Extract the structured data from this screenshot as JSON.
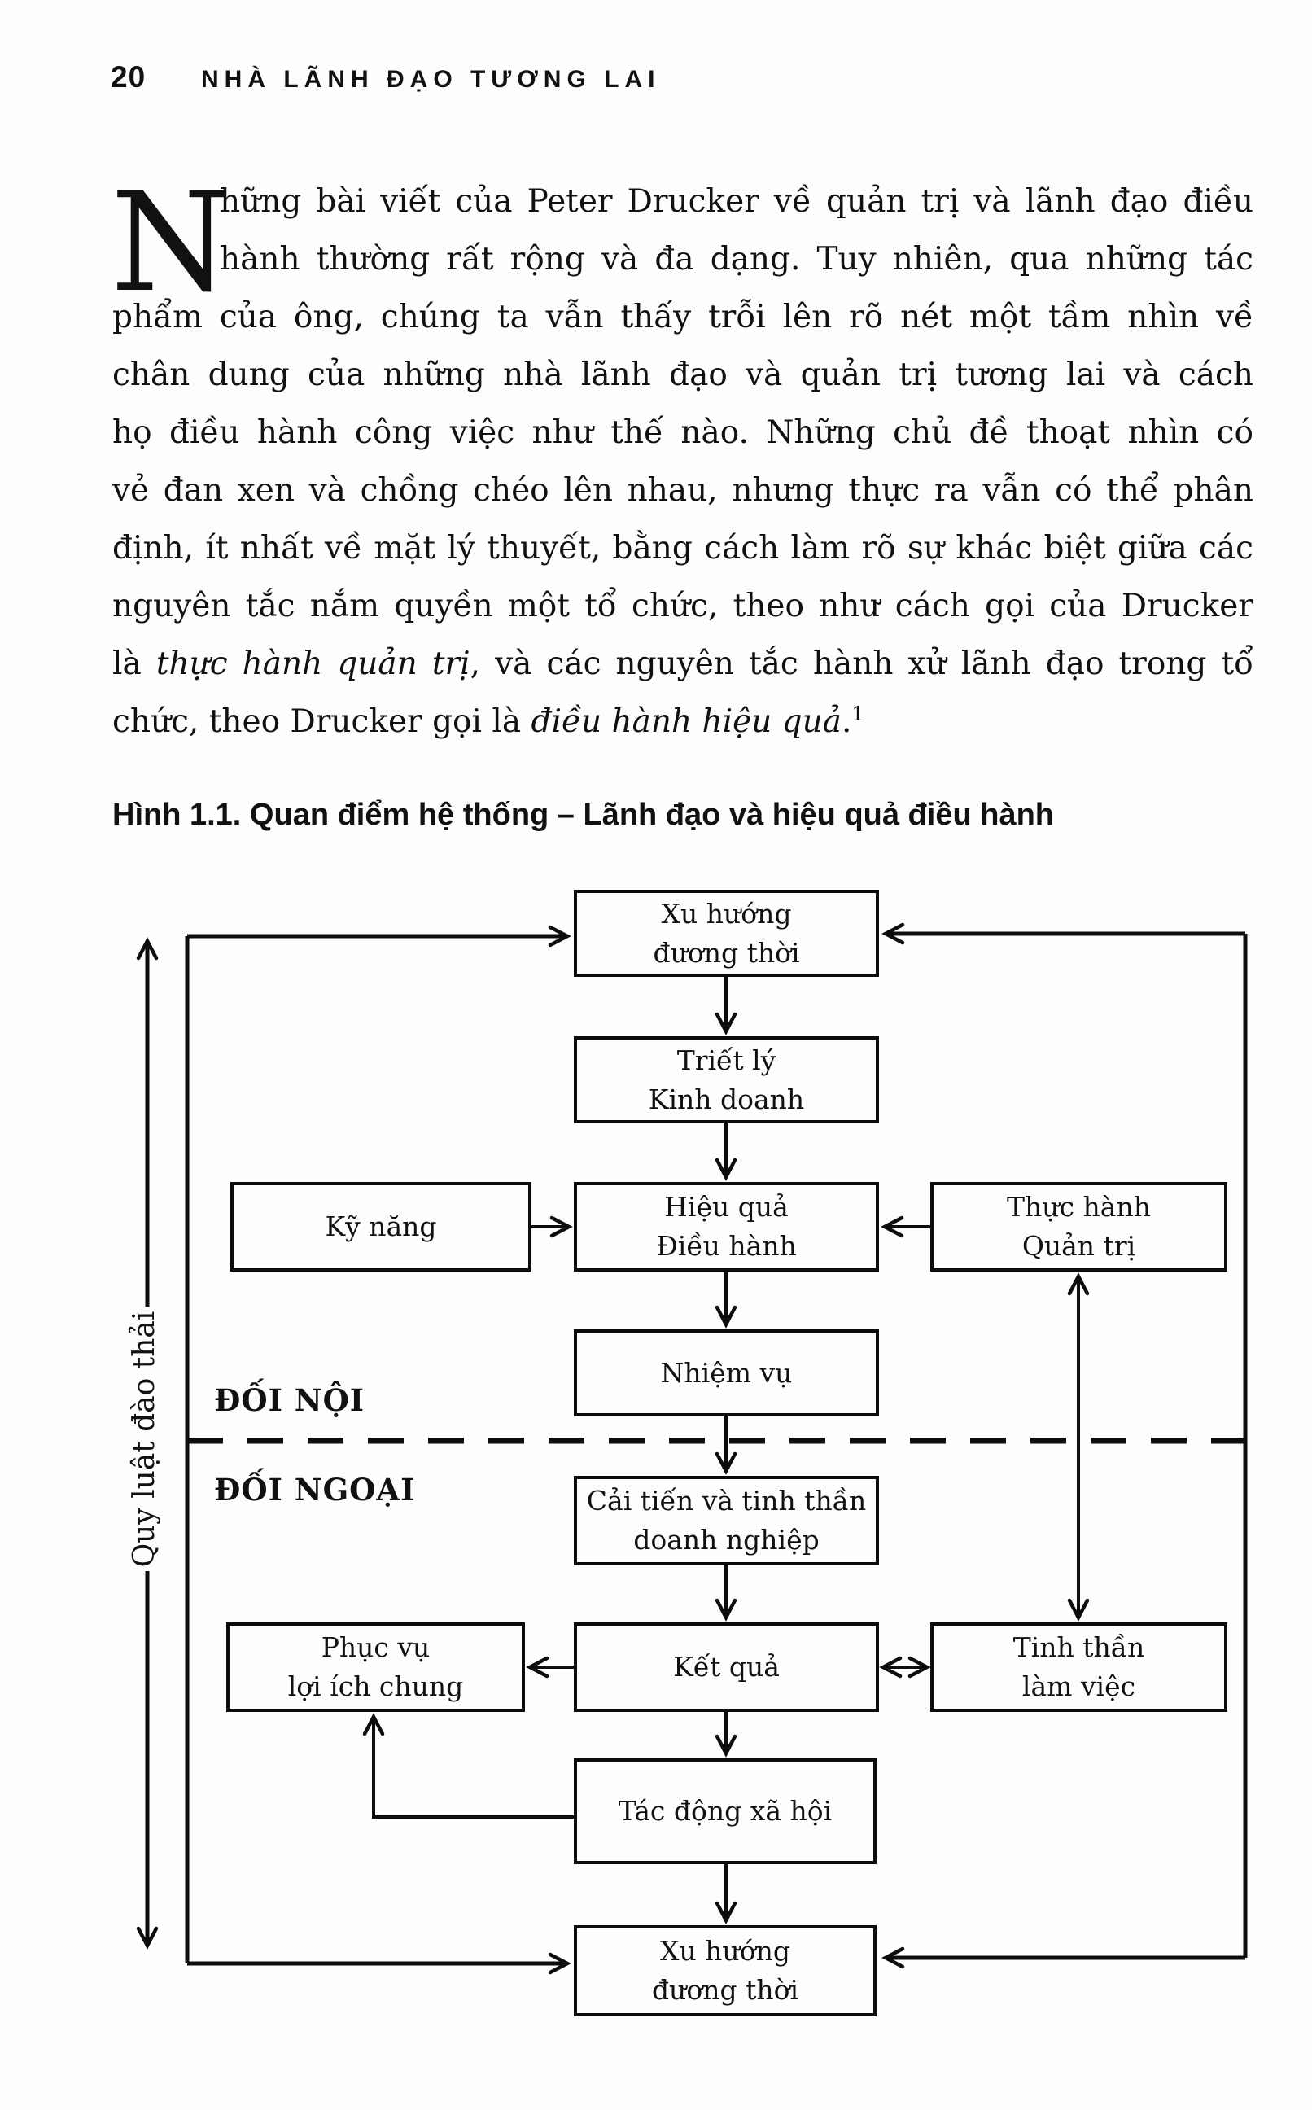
{
  "header": {
    "page_number": "20",
    "running_title": "NHÀ LÃNH ĐẠO TƯƠNG LAI"
  },
  "paragraph": {
    "dropcap": "N",
    "line1": "hững bài viết của Peter Drucker về quản trị và lãnh đạo điều",
    "line2": "hành thường rất rộng và đa dạng. Tuy nhiên, qua những tác",
    "line3": "phẩm của ông, chúng ta vẫn thấy trỗi lên rõ nét một tầm nhìn về",
    "line4": "chân dung của những nhà lãnh đạo và quản trị tương lai và cách",
    "line5": "họ điều hành công việc như thế nào. Những chủ đề thoạt nhìn có",
    "line6": "vẻ đan xen và chồng chéo lên nhau, nhưng thực ra vẫn có thể phân",
    "line7": "định, ít nhất về mặt lý thuyết, bằng cách làm rõ sự khác biệt giữa các",
    "line8": "nguyên tắc nắm quyền một tổ chức, theo như cách gọi của Drucker",
    "line9_pre": "là ",
    "line9_italic": "thực hành quản trị",
    "line9_post": ", và các nguyên tắc hành xử lãnh đạo trong tổ",
    "line10_pre": "chức, theo Drucker gọi là ",
    "line10_italic": "điều hành hiệu quả",
    "line10_post": ".",
    "footnote_ref": "1"
  },
  "figure": {
    "caption": "Hình 1.1. Quan điểm hệ thống – Lãnh đạo và hiệu quả điều hành",
    "nodes": {
      "trends_top": "Xu hướng\nđương thời",
      "philosophy": "Triết lý\nKinh doanh",
      "skills": "Kỹ năng",
      "effectiveness": "Hiệu quả\nĐiều hành",
      "practice": "Thực hành\nQuản trị",
      "mission": "Nhiệm vụ",
      "innovation": "Cải tiến và tinh thần\ndoanh nghiệp",
      "public_interest": "Phục vụ\nlợi ích chung",
      "results": "Kết quả",
      "work_spirit": "Tinh thần\nlàm việc",
      "social_impact": "Tác động xã hội",
      "trends_bottom": "Xu hướng\nđương thời"
    },
    "labels": {
      "internal": "ĐỐI NỘI",
      "external": "ĐỐI NGOẠI",
      "elimination_law": "Quy luật đào thải"
    }
  },
  "colors": {
    "ink": "#111111",
    "paper": "#fdfdfc"
  }
}
